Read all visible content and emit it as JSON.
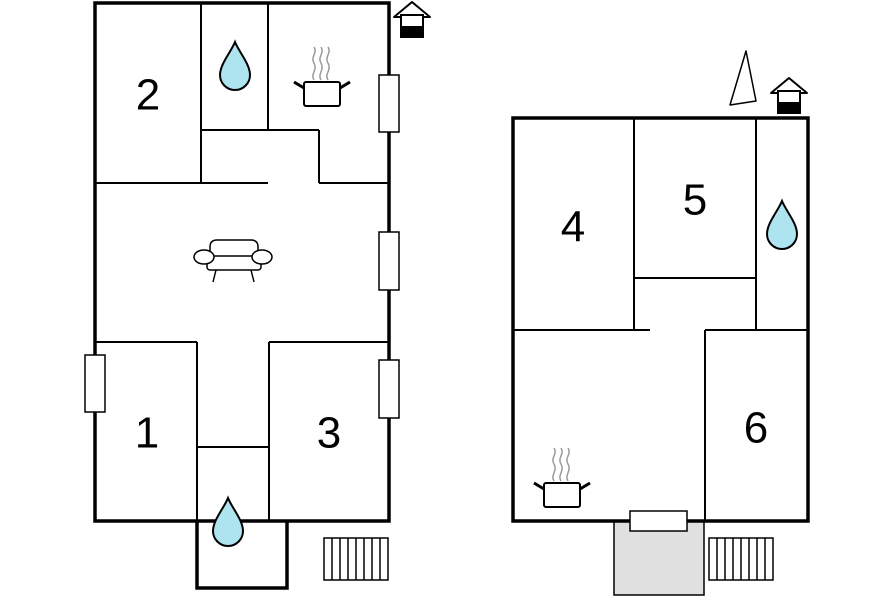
{
  "colors": {
    "wall": "#000000",
    "background": "#ffffff",
    "water_fill": "#aee4f0",
    "terrace_fill": "#e0e0e0"
  },
  "icons": {
    "bathroom": "water-drop-icon",
    "kitchen": "cooking-pot-icon",
    "living_room": "sofa-icon",
    "entrance": "house-entrance-icon",
    "stairs": "stairs-icon",
    "window": "window-icon",
    "north": "north-arrow-icon"
  },
  "left_plan": {
    "rooms": [
      {
        "key": "bedroom_1",
        "label": "1"
      },
      {
        "key": "bedroom_2",
        "label": "2"
      },
      {
        "key": "bedroom_3",
        "label": "3"
      }
    ]
  },
  "right_plan": {
    "rooms": [
      {
        "key": "bedroom_4",
        "label": "4"
      },
      {
        "key": "bedroom_5",
        "label": "5"
      },
      {
        "key": "bedroom_6",
        "label": "6"
      }
    ]
  }
}
